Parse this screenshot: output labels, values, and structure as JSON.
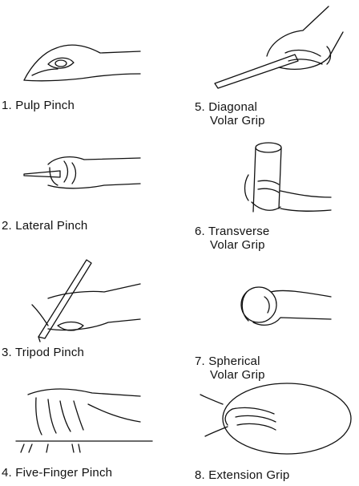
{
  "grips": [
    {
      "label_line1": "1. Pulp Pinch",
      "label_line2": ""
    },
    {
      "label_line1": "2. Lateral Pinch",
      "label_line2": ""
    },
    {
      "label_line1": "3. Tripod Pinch",
      "label_line2": ""
    },
    {
      "label_line1": "4. Five-Finger Pinch",
      "label_line2": ""
    },
    {
      "label_line1": "5. Diagonal",
      "label_line2": "Volar Grip"
    },
    {
      "label_line1": "6. Transverse",
      "label_line2": "Volar Grip"
    },
    {
      "label_line1": "7. Spherical",
      "label_line2": "Volar Grip"
    },
    {
      "label_line1": "8. Extension Grip",
      "label_line2": ""
    }
  ]
}
